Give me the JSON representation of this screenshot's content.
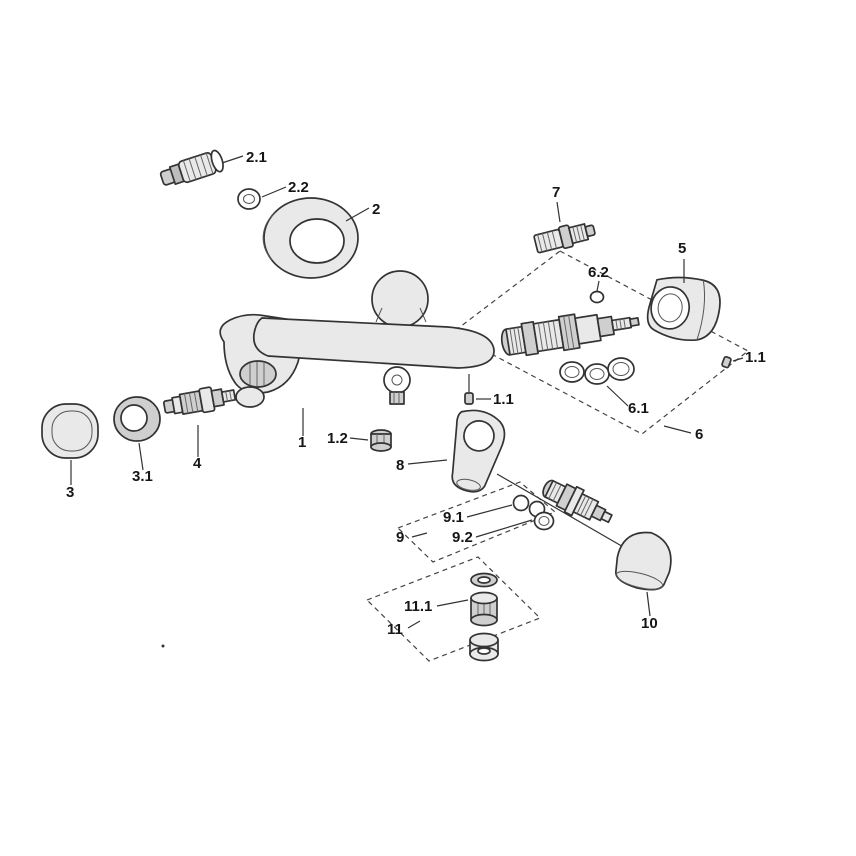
{
  "diagram": {
    "type": "exploded-parts-diagram",
    "background": "#ffffff",
    "line_color": "#333333",
    "labels": [
      {
        "part": "2.1",
        "text": "2.1"
      },
      {
        "part": "2.2",
        "text": "2.2"
      },
      {
        "part": "2",
        "text": "2"
      },
      {
        "part": "7",
        "text": "7"
      },
      {
        "part": "5",
        "text": "5"
      },
      {
        "part": "6.2",
        "text": "6.2"
      },
      {
        "part": "1.1-right",
        "text": "1.1"
      },
      {
        "part": "6.1",
        "text": "6.1"
      },
      {
        "part": "6",
        "text": "6"
      },
      {
        "part": "1.1-mid",
        "text": "1.1"
      },
      {
        "part": "1",
        "text": "1"
      },
      {
        "part": "1.2",
        "text": "1.2"
      },
      {
        "part": "3",
        "text": "3"
      },
      {
        "part": "3.1",
        "text": "3.1"
      },
      {
        "part": "4",
        "text": "4"
      },
      {
        "part": "8",
        "text": "8"
      },
      {
        "part": "9.1",
        "text": "9.1"
      },
      {
        "part": "9",
        "text": "9"
      },
      {
        "part": "9.2",
        "text": "9.2"
      },
      {
        "part": "10",
        "text": "10"
      },
      {
        "part": "11.1",
        "text": "11.1"
      },
      {
        "part": "11",
        "text": "11"
      }
    ]
  }
}
